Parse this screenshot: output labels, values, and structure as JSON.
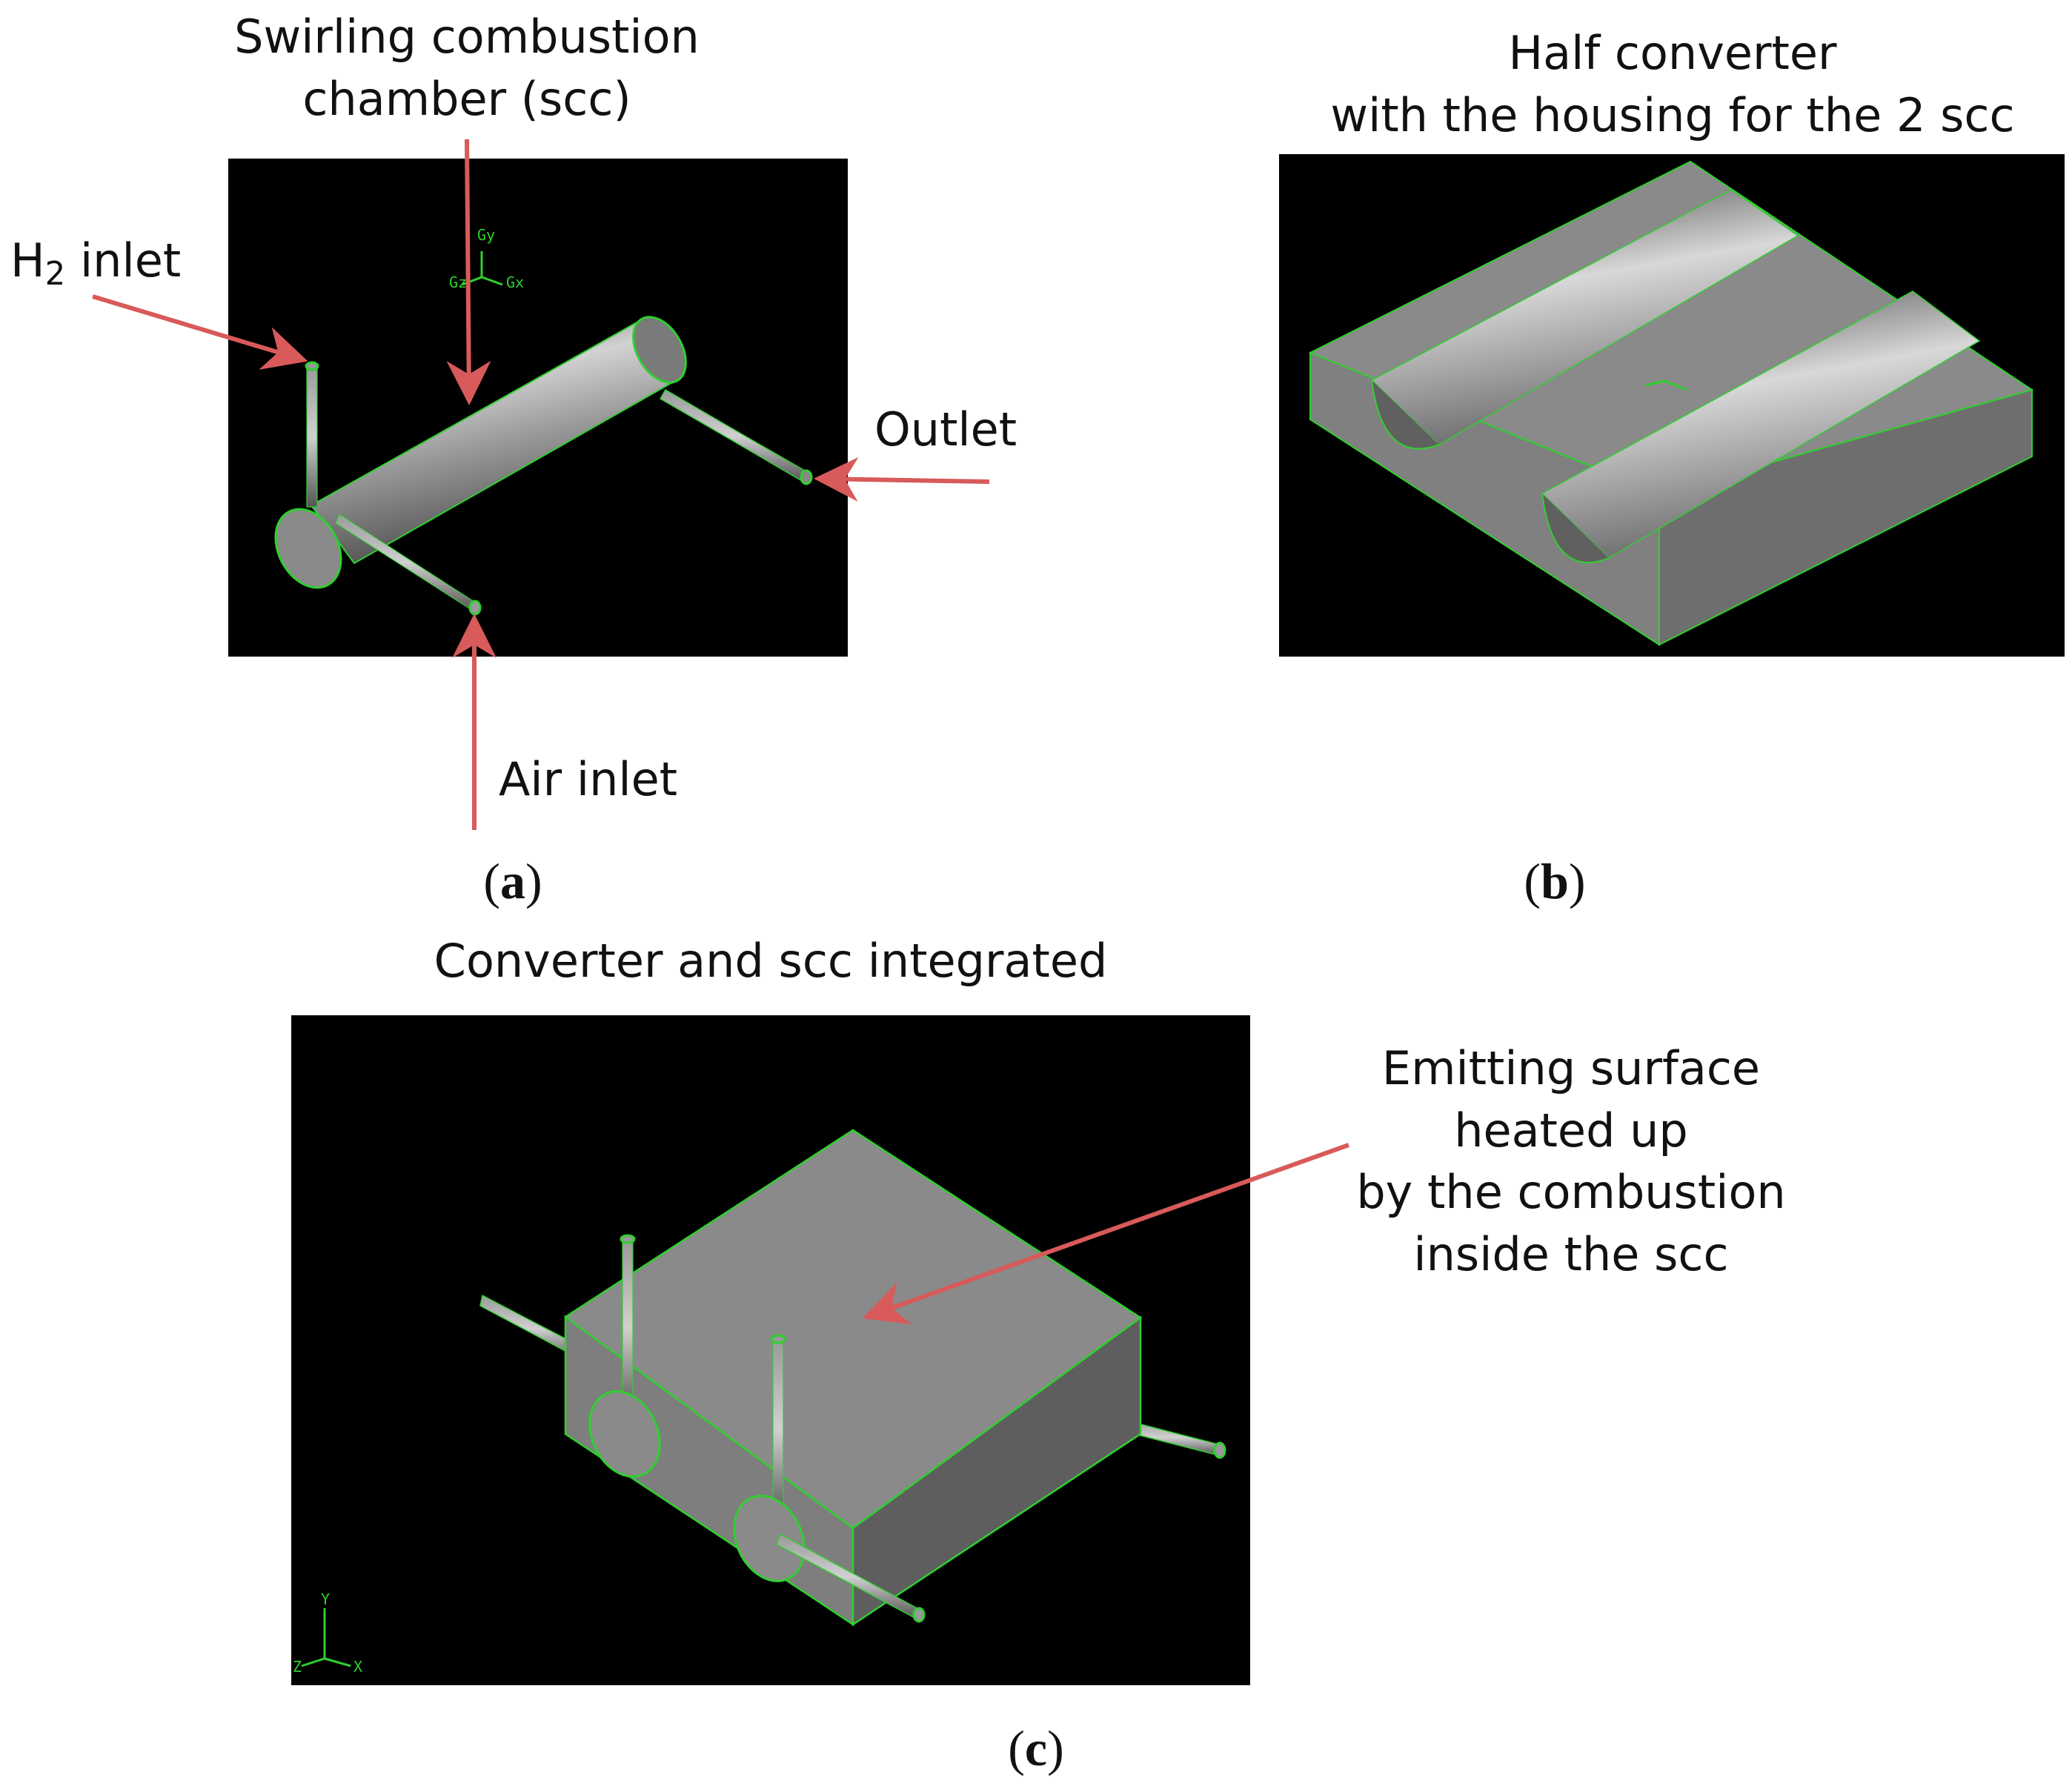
{
  "panel_a": {
    "label_scc_line1": "Swirling combustion",
    "label_scc_line2": "chamber (scc)",
    "label_h2_main": "H",
    "label_h2_sub": "2",
    "label_h2_rest": " inlet",
    "label_outlet": "Outlet",
    "label_air": "Air inlet",
    "axis_y": "Gy",
    "axis_x": "Gx",
    "axis_z": "Gz",
    "caption": "a"
  },
  "panel_b": {
    "title_line1": "Half converter",
    "title_line2": "with the housing for the 2 scc",
    "caption": "b"
  },
  "panel_c": {
    "title": "Converter and scc integrated",
    "label_line1": "Emitting surface",
    "label_line2": "heated up",
    "label_line3": "by the combustion",
    "label_line4": "inside the scc",
    "axis_y": "Y",
    "axis_x": "X",
    "axis_z": "Z",
    "caption": "c"
  },
  "colors": {
    "edge": "#2fd02f",
    "arrow": "#d85a5a",
    "background": "#000000",
    "surface": "#8a8a8a"
  }
}
